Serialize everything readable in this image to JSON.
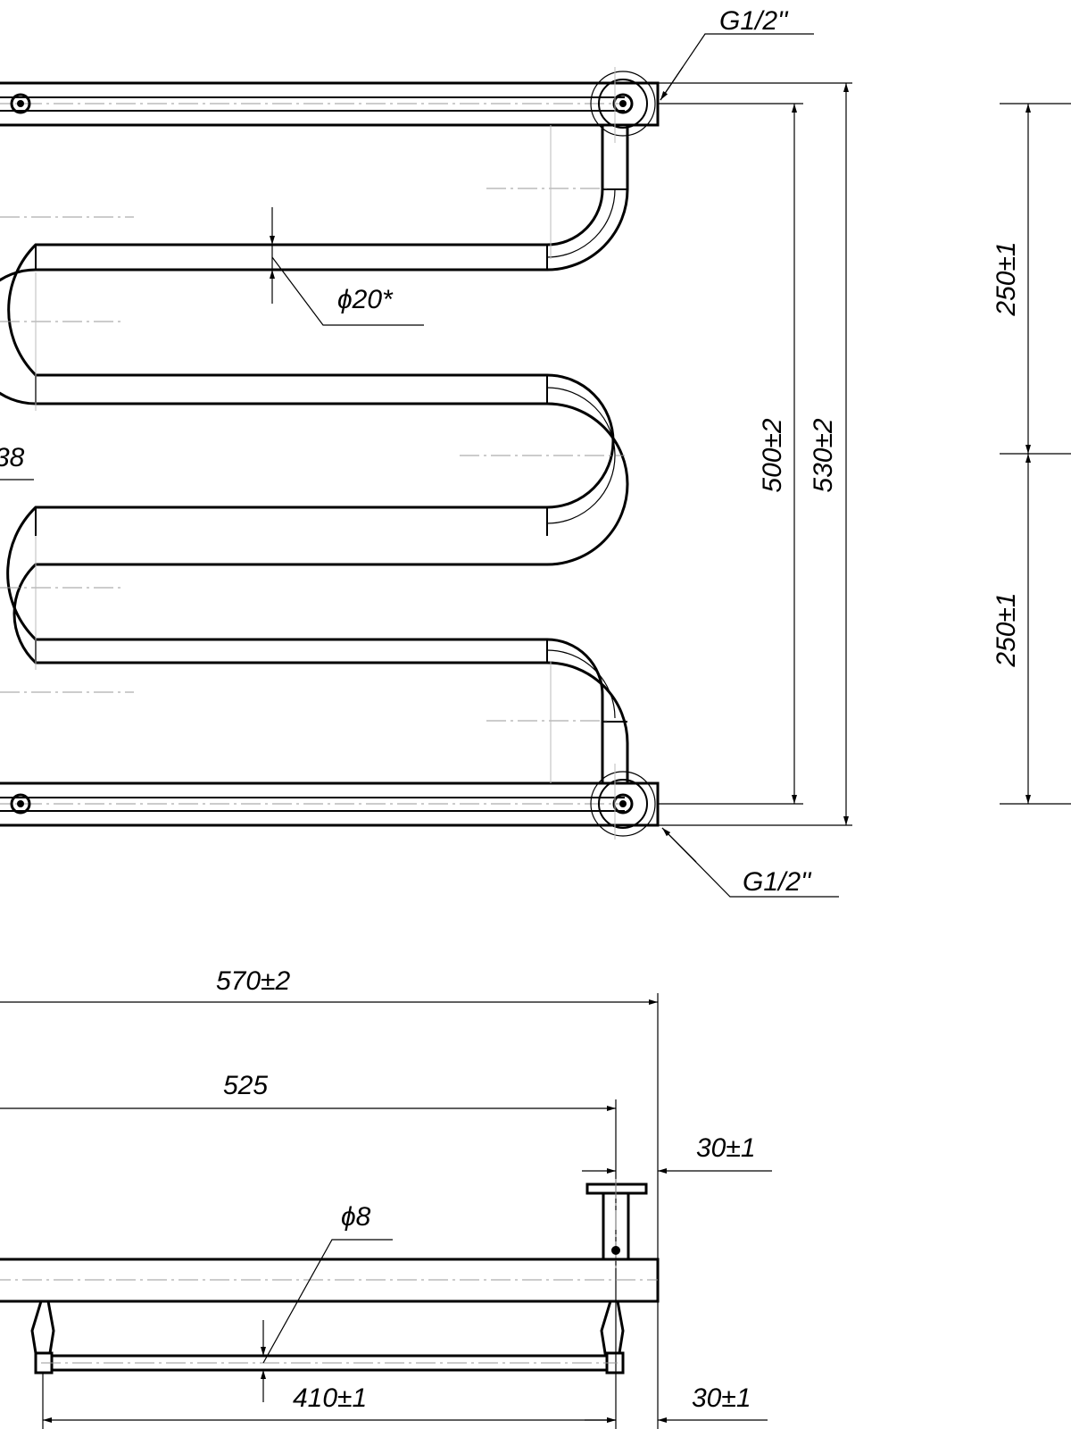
{
  "front_view": {
    "thread_top": "G1/2''",
    "thread_bottom": "G1/2''",
    "tube_diameter": "ϕ20*",
    "bend_label": "38",
    "height_inner": "500±2",
    "height_outer": "530±2",
    "half_height_top": "250±1",
    "half_height_bottom": "250±1"
  },
  "top_view": {
    "overall_width": "570±2",
    "center_distance": "525",
    "wall_offset_top": "30±1",
    "rod_diameter": "ϕ8",
    "shelf_length": "410±1",
    "wall_offset_bottom": "30±1"
  }
}
